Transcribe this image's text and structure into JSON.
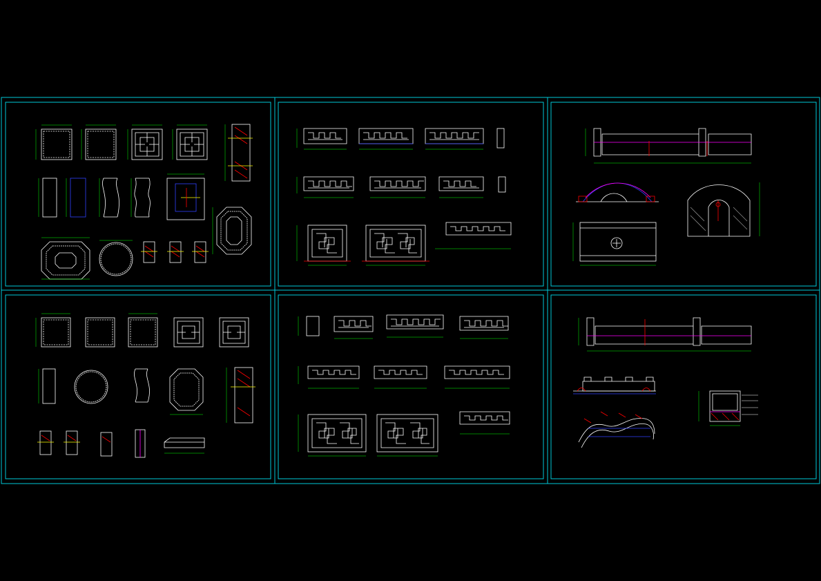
{
  "viewport": {
    "background": "#000000"
  },
  "colors": {
    "frame": "#00c8d8",
    "line": "#ffffff",
    "dimension": "#00ff00",
    "hatch": "#ff0000",
    "accent_blue": "#3040ff",
    "accent_magenta": "#ff00ff",
    "accent_yellow": "#ffff00",
    "accent_cyan": "#00ffff"
  },
  "sheets": [
    {
      "id": "sheet-1",
      "content": "window-panel-details"
    },
    {
      "id": "sheet-2",
      "content": "fretwork-railing-elevations"
    },
    {
      "id": "sheet-3",
      "content": "bridge-and-railing-elevations"
    },
    {
      "id": "sheet-4",
      "content": "window-panel-details"
    },
    {
      "id": "sheet-5",
      "content": "fretwork-railing-elevations"
    },
    {
      "id": "sheet-6",
      "content": "railing-and-sections"
    }
  ]
}
